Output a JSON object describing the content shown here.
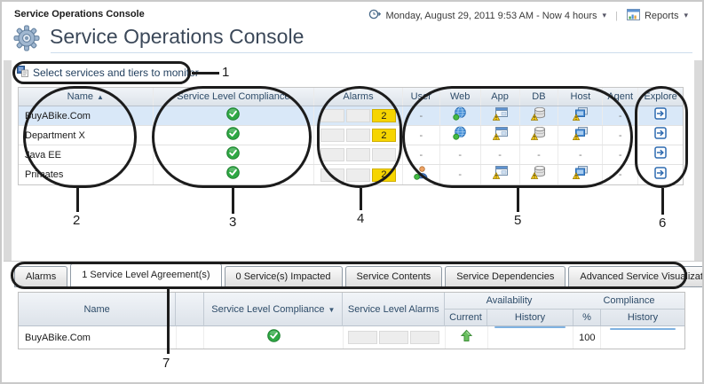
{
  "header": {
    "breadcrumb": "Service Operations Console",
    "time_range": "Monday, August 29, 2011 9:53 AM - Now 4 hours",
    "reports_label": "Reports",
    "page_title": "Service Operations Console"
  },
  "toolbar": {
    "select_services_label": "Select services and tiers to monitor"
  },
  "services_table": {
    "columns": [
      "Name",
      "Service Level Compliance",
      "Alarms",
      "User",
      "Web",
      "App",
      "DB",
      "Host",
      "Agent",
      "Explore"
    ],
    "sort": {
      "column": "Name",
      "direction": "asc"
    },
    "tier_order": [
      "user",
      "web",
      "app",
      "db",
      "host",
      "agent"
    ],
    "rows": [
      {
        "name": "BuyABike.Com",
        "selected": true,
        "compliance": "ok",
        "alarms": [
          "",
          "",
          "2"
        ],
        "tiers": {
          "user": "-",
          "web": "globe",
          "app": "app",
          "db": "db",
          "host": "host",
          "agent": "-"
        }
      },
      {
        "name": "Department X",
        "selected": false,
        "compliance": "ok",
        "alarms": [
          "",
          "",
          "2"
        ],
        "tiers": {
          "user": "-",
          "web": "globe",
          "app": "app",
          "db": "db",
          "host": "host",
          "agent": "-"
        }
      },
      {
        "name": "Java EE",
        "selected": false,
        "compliance": "ok",
        "alarms": [
          "",
          "",
          ""
        ],
        "tiers": {
          "user": "-",
          "web": "-",
          "app": "-",
          "db": "-",
          "host": "-",
          "agent": "-"
        }
      },
      {
        "name": "Primates",
        "selected": false,
        "compliance": "ok",
        "alarms": [
          "",
          "",
          "2"
        ],
        "tiers": {
          "user": "person",
          "web": "-",
          "app": "app",
          "db": "db",
          "host": "host",
          "agent": "-"
        }
      }
    ]
  },
  "tabs": [
    {
      "label": "Alarms",
      "active": false
    },
    {
      "label": "1 Service Level Agreement(s)",
      "active": true
    },
    {
      "label": "0 Service(s) Impacted",
      "active": false
    },
    {
      "label": "Service Contents",
      "active": false
    },
    {
      "label": "Service Dependencies",
      "active": false
    },
    {
      "label": "Advanced Service Visualization",
      "active": false
    }
  ],
  "sla_table": {
    "col_name": "Name",
    "col_compliance": "Service Level Compliance",
    "col_alarms": "Service Level Alarms",
    "group_availability": "Availability",
    "group_compliance": "Compliance",
    "col_current": "Current",
    "col_history": "History",
    "col_pct": "%",
    "col_history2": "History",
    "sort": {
      "column": "Service Level Compliance",
      "direction": "desc"
    },
    "row": {
      "name": "BuyABike.Com",
      "compliance": "ok",
      "alarms": [
        "",
        "",
        ""
      ],
      "current": "up",
      "availability_pct": "100"
    }
  },
  "callouts": [
    "1",
    "2",
    "3",
    "4",
    "5",
    "6",
    "7"
  ],
  "colors": {
    "alarm_yellow": "#f6d500",
    "ok_green": "#2fa844",
    "selected_row": "#d9e8f8",
    "accent_blue": "#3f8cd6",
    "spark_blue": "#7fb2e1",
    "callout_black": "#1c1c1c"
  }
}
